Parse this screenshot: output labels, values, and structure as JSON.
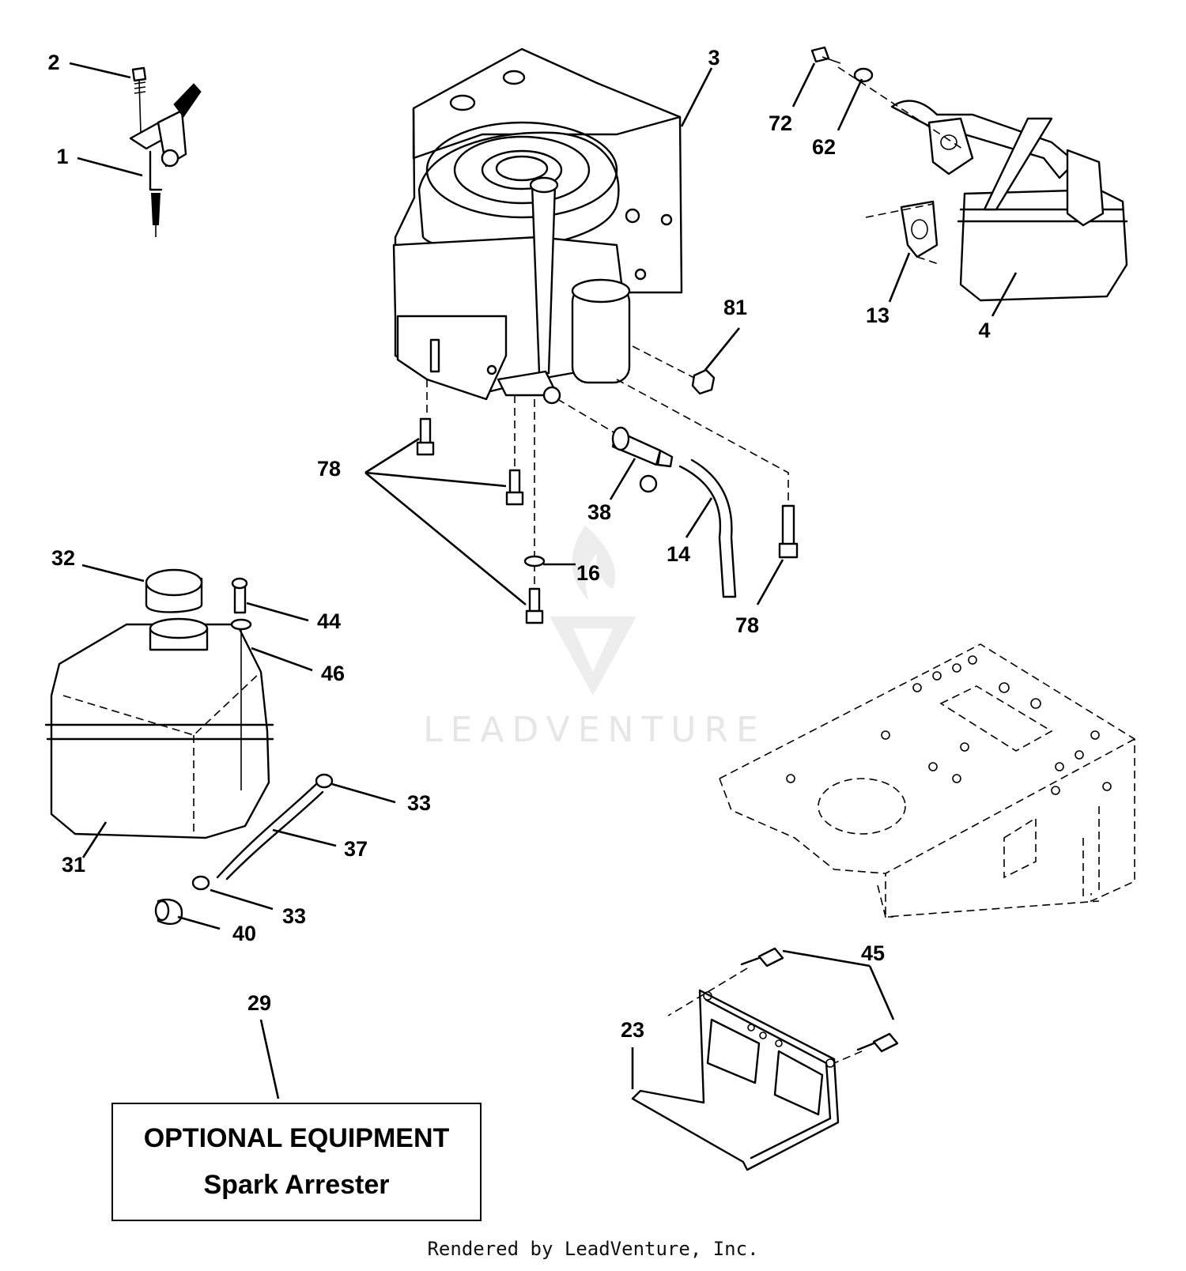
{
  "watermark": {
    "text": "LEADVENTURE"
  },
  "callouts": {
    "c1": "1",
    "c2": "2",
    "c3": "3",
    "c4": "4",
    "c13": "13",
    "c14": "14",
    "c16": "16",
    "c23": "23",
    "c29": "29",
    "c31": "31",
    "c32": "32",
    "c33a": "33",
    "c33b": "33",
    "c37": "37",
    "c38": "38",
    "c40": "40",
    "c44": "44",
    "c45": "45",
    "c46": "46",
    "c62": "62",
    "c72": "72",
    "c78a": "78",
    "c78b": "78",
    "c81": "81"
  },
  "optional_equipment": {
    "title": "OPTIONAL EQUIPMENT",
    "subtitle": "Spark Arrester"
  },
  "footer": {
    "text": "Rendered by LeadVenture, Inc."
  }
}
